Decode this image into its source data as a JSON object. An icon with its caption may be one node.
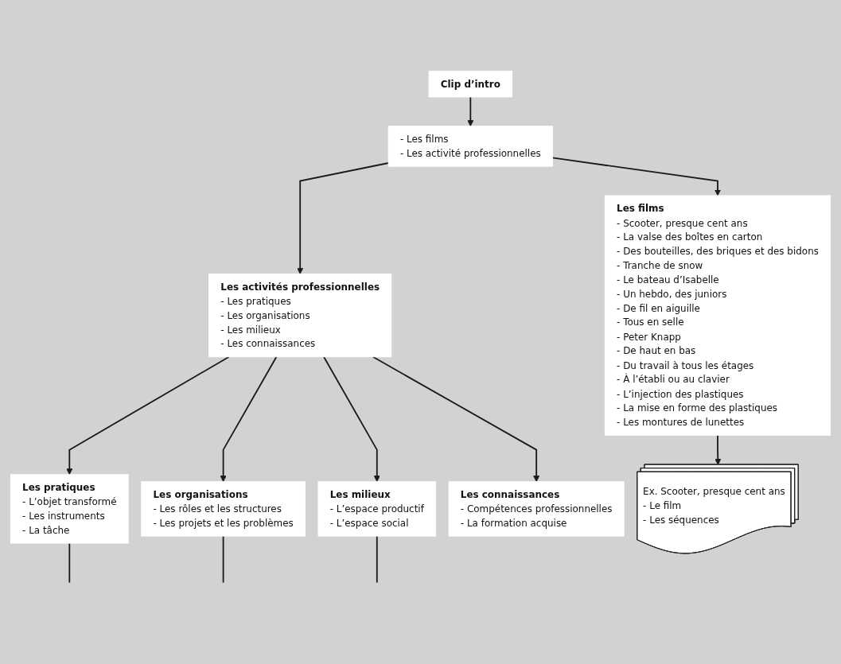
{
  "diagram": {
    "nodes": [
      {
        "text": [
          "- Les films",
          "- Les activité professionnelles"
        ]
      },
      {
        "text": [
          "Clip d’intro"
        ]
      },
      {
        "text": [
          "Les films",
          "- Scooter, presque cent ans",
          "- La valse des boîtes en carton",
          "- Des bouteilles, des briques et des bidons",
          "- Tranche de snow",
          "- Le bateau d’Isabelle",
          "- Un hebdo, des juniors",
          "- De fil en aiguille",
          "- Tous en selle",
          "- Peter Knapp",
          "- De haut en bas",
          "- Du travail à tous les étages",
          "- À l’établi ou au clavier",
          "- L’injection des plastiques",
          "- La mise en forme des plastiques",
          "- Les montures de lunettes"
        ]
      },
      {
        "text": [
          "Les activités professionnelles",
          "- Les pratiques",
          "- Les organisations",
          "- Les milieux",
          "- Les connaissances"
        ]
      },
      {
        "text": [
          "Les pratiques",
          "- L’objet transformé",
          "- Les instruments",
          "- La tâche"
        ]
      },
      {
        "text": [
          "Les organisations",
          "- Les rôles et les structures",
          "- Les projets et les problèmes"
        ]
      },
      {
        "text": [
          "Les milieux",
          "- L’espace productif",
          "- L’espace social"
        ]
      },
      {
        "text": [
          "Les connaissances",
          "- Compétences professionnelles",
          "- La formation acquise"
        ]
      },
      {
        "text": [
          "Ex. Scooter, presque cent ans",
          "- Le film",
          "- Les séquences"
        ]
      }
    ],
    "edges": [
      {
        "from": 1,
        "to": 0,
        "arrow": "to"
      },
      {
        "from": 0,
        "to": 2,
        "arrow": "to"
      },
      {
        "from": 0,
        "to": 3,
        "arrow": "to"
      },
      {
        "from": 3,
        "to": 4,
        "arrow": "to"
      },
      {
        "from": 3,
        "to": 5,
        "arrow": "to"
      },
      {
        "from": 3,
        "to": 6,
        "arrow": "to"
      },
      {
        "from": 3,
        "to": 7,
        "arrow": "to"
      },
      {
        "from": 2,
        "to": 8,
        "arrow": "to"
      },
      {
        "from": 4,
        "to": null,
        "arrow": "none"
      },
      {
        "from": 5,
        "to": null,
        "arrow": "none"
      },
      {
        "from": 6,
        "to": null,
        "arrow": "none"
      }
    ]
  }
}
